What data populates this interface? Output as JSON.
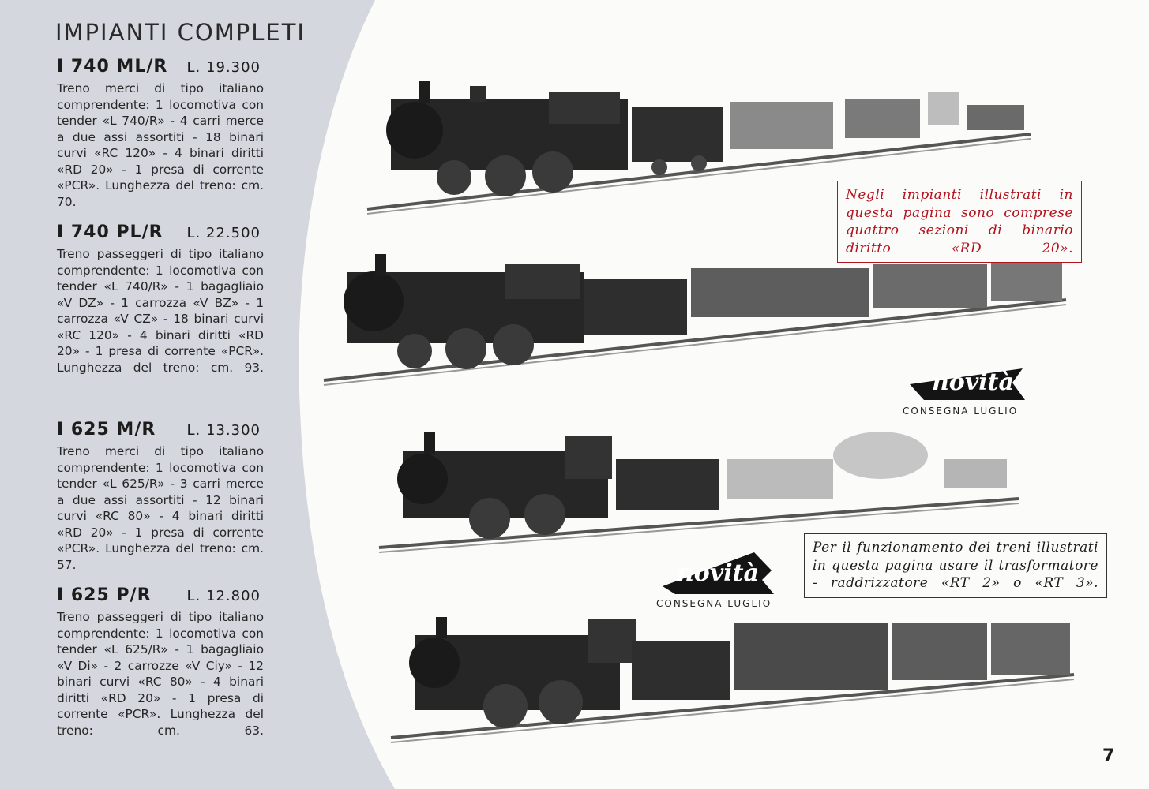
{
  "page": {
    "title": "IMPIANTI COMPLETI",
    "number": "7",
    "colors": {
      "panel": "#d4d7dd",
      "paper": "#fbfbf9",
      "accent_red": "#b2121d",
      "ink": "#1c1c1c"
    }
  },
  "products": [
    {
      "code": "I 740 ML/R",
      "price": "L. 19.300",
      "description": "Treno merci di tipo italiano comprendente: 1 locomotiva con tender «L 740/R» - 4 carri merce a due assi assortiti - 18 binari curvi «RC 120» - 4 binari diritti «RD 20» - 1 presa di corrente «PCR». Lunghezza del treno: cm. 70."
    },
    {
      "code": "I 740 PL/R",
      "price": "L. 22.500",
      "description": "Treno passeggeri di tipo italiano comprendente: 1 locomotiva con tender «L 740/R» - 1 bagagliaio «V DZ» - 1 carrozza «V BZ» - 1 carrozza «V CZ» - 18 binari curvi «RC 120» - 4 binari diritti «RD 20» - 1 presa di corrente «PCR». Lunghezza del treno: cm. 93."
    },
    {
      "code": "I 625 M/R",
      "price": "L. 13.300",
      "description": "Treno merci di tipo italiano comprendente: 1 locomotiva con tender «L 625/R» - 3 carri merce a due assi assortiti - 12 binari curvi «RC 80» - 4 binari diritti «RD 20» - 1 presa di corrente «PCR». Lunghezza del treno: cm. 57."
    },
    {
      "code": "I 625 P/R",
      "price": "L. 12.800",
      "description": "Treno passeggeri di tipo italiano comprendente: 1 locomotiva con tender «L 625/R» - 1 bagagliaio «V Di» - 2 carrozze «V Ciy» - 12 binari curvi «RC 80» - 4 binari diritti «RD 20» - 1 presa di corrente «PCR». Lunghezza del treno: cm. 63."
    }
  ],
  "notes": {
    "red": "Negli impianti illustrati in questa pagina sono comprese quattro sezioni di binario diritto «RD 20».",
    "black": "Per il funzionamento dei treni illustrati in questa pagina usare il trasformatore - raddrizzatore «RT 2» o «RT 3»."
  },
  "badges": [
    {
      "label": "novità",
      "caption": "CONSEGNA LUGLIO"
    },
    {
      "label": "novità",
      "caption": "CONSEGNA LUGLIO"
    }
  ]
}
